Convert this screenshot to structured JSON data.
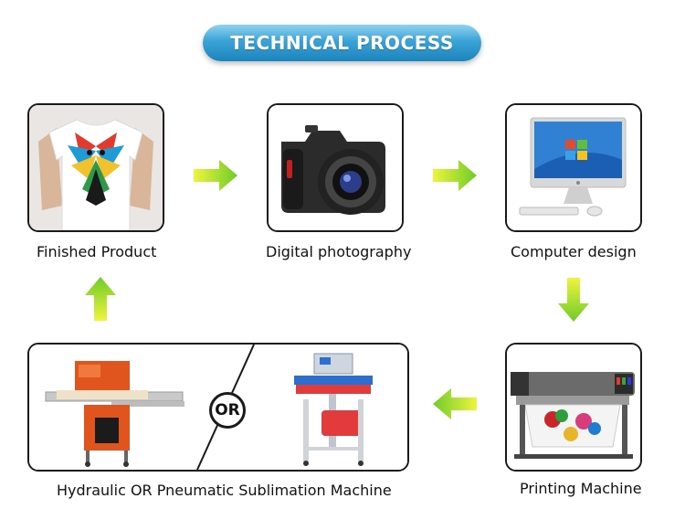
{
  "header": {
    "title": "TECHNICAL PROCESS"
  },
  "steps": {
    "finished": {
      "label": "Finished Product"
    },
    "photography": {
      "label": "Digital photography"
    },
    "design": {
      "label": "Computer design"
    },
    "printing": {
      "label": "Printing Machine"
    },
    "sublimation": {
      "label": "Hydraulic OR Pneumatic Sublimation Machine",
      "or_badge": "OR"
    }
  },
  "colors": {
    "arrow_light": "#e9f53a",
    "arrow_dark": "#7fd12b",
    "title_bg": "#2e97cf"
  }
}
